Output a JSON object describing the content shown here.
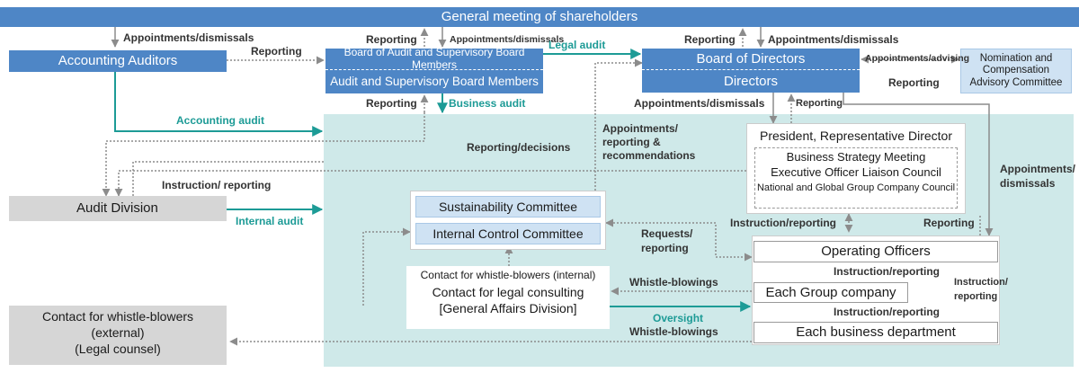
{
  "boxes": {
    "shareholders": "General meeting of shareholders",
    "accounting_auditors": "Accounting Auditors",
    "board_audit_members": "Board of Audit and Supervisory Board Members",
    "audit_members": "Audit and Supervisory Board Members",
    "board_of_directors": "Board of Directors",
    "directors": "Directors",
    "nomination_committee": "Nomination and Compensation Advisory Committee",
    "president": "President, Representative Director",
    "business_strategy_meeting": "Business Strategy Meeting",
    "executive_officer_council": "Executive Officer Liaison Council",
    "group_company_council": "National and Global Group Company Council",
    "audit_division": "Audit Division",
    "sustainability_committee": "Sustainability Committee",
    "internal_control_committee": "Internal Control Committee",
    "whistle_internal": "Contact for whistle-blowers (internal)",
    "legal_consulting": "Contact for legal consulting",
    "general_affairs": "[General Affairs Division]",
    "operating_officers": "Operating Officers",
    "group_company": "Each Group company",
    "business_department": "Each business department",
    "whistle_external": "Contact for whistle-blowers",
    "external": "(external)",
    "legal_counsel": "(Legal counsel)"
  },
  "labels": {
    "appointments_1": "Appointments/dismissals",
    "reporting_1": "Reporting",
    "reporting_2": "Reporting",
    "appointments_2": "Appointments/dismissals",
    "legal_audit": "Legal audit",
    "reporting_3": "Reporting",
    "appointments_3": "Appointments/dismissals",
    "appointments_advising": "Appointments/advising",
    "reporting_4": "Reporting",
    "reporting_5": "Reporting",
    "business_audit": "Business audit",
    "appointments_4": "Appointments/dismissals",
    "reporting_6": "Reporting",
    "accounting_audit": "Accounting audit",
    "appointments_reporting": "Appointments/",
    "reporting_and": "reporting &",
    "recommendations": "recommendations",
    "reporting_decisions": "Reporting/decisions",
    "instruction_reporting_1": "Instruction/ reporting",
    "appointments_5": "Appointments/",
    "dismissals": "dismissals",
    "internal_audit": "Internal audit",
    "instruction_reporting_2": "Instruction/reporting",
    "reporting_7": "Reporting",
    "requests": "Requests/",
    "reporting_8": "reporting",
    "instruction_reporting_3": "Instruction/reporting",
    "instruction_1": "Instruction/",
    "reporting_9": "reporting",
    "whistle_blowings_1": "Whistle-blowings",
    "instruction_reporting_4": "Instruction/reporting",
    "oversight": "Oversight",
    "whistle_blowings_2": "Whistle-blowings"
  },
  "colors": {
    "blue": "#4e86c6",
    "light_blue": "#cfe2f3",
    "teal": "#1d9b96",
    "teal_area": "#cfe9e9",
    "gray_box": "#d6d6d6",
    "arrow_gray": "#8c8c8c"
  }
}
